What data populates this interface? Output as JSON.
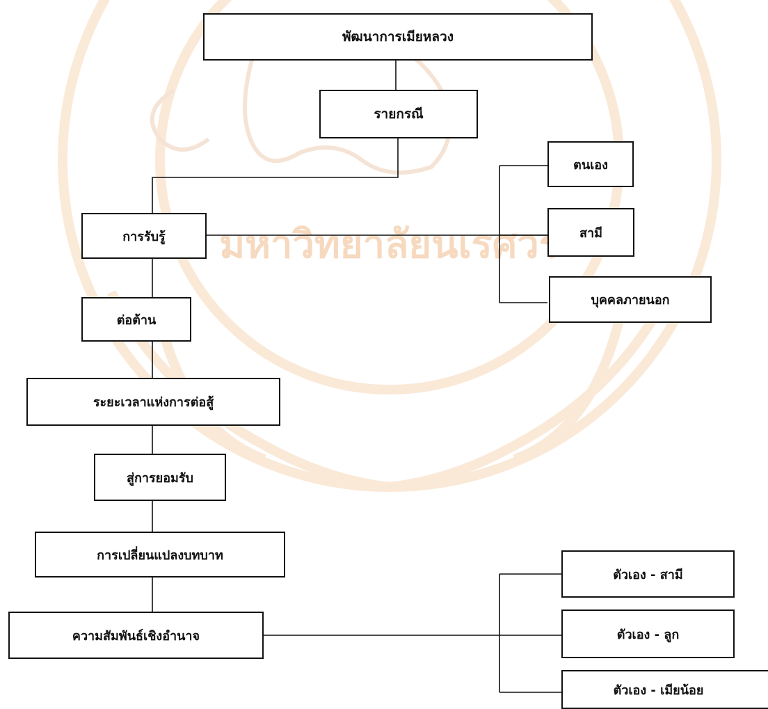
{
  "colors": {
    "line": "#111111",
    "box_border": "#111111",
    "watermark": "#f3c9a4"
  },
  "watermark": {
    "seal_icon": "elephant-seal-icon",
    "seal_text": "มหาวิทยาลัยนเรศวร"
  },
  "nodes": {
    "root": "พัฒนาการเมียหลวง",
    "case": "รายกรณี",
    "perception": "การรับรู้",
    "self": "ตนเอง",
    "husband": "สามี",
    "outsider": "บุคคลภายนอก",
    "resistance": "ต่อต้าน",
    "struggle_period": "ระยะเวลาแห่งการต่อสู้",
    "acceptance": "สู่การยอมรับ",
    "role_change": "การเปลี่ยนแปลงบทบาท",
    "power_relations": "ความสัมพันธ์เชิงอำนาจ",
    "self_husband": "ตัวเอง - สามี",
    "self_child": "ตัวเอง - ลูก",
    "self_minor_wife": "ตัวเอง - เมียน้อย"
  }
}
